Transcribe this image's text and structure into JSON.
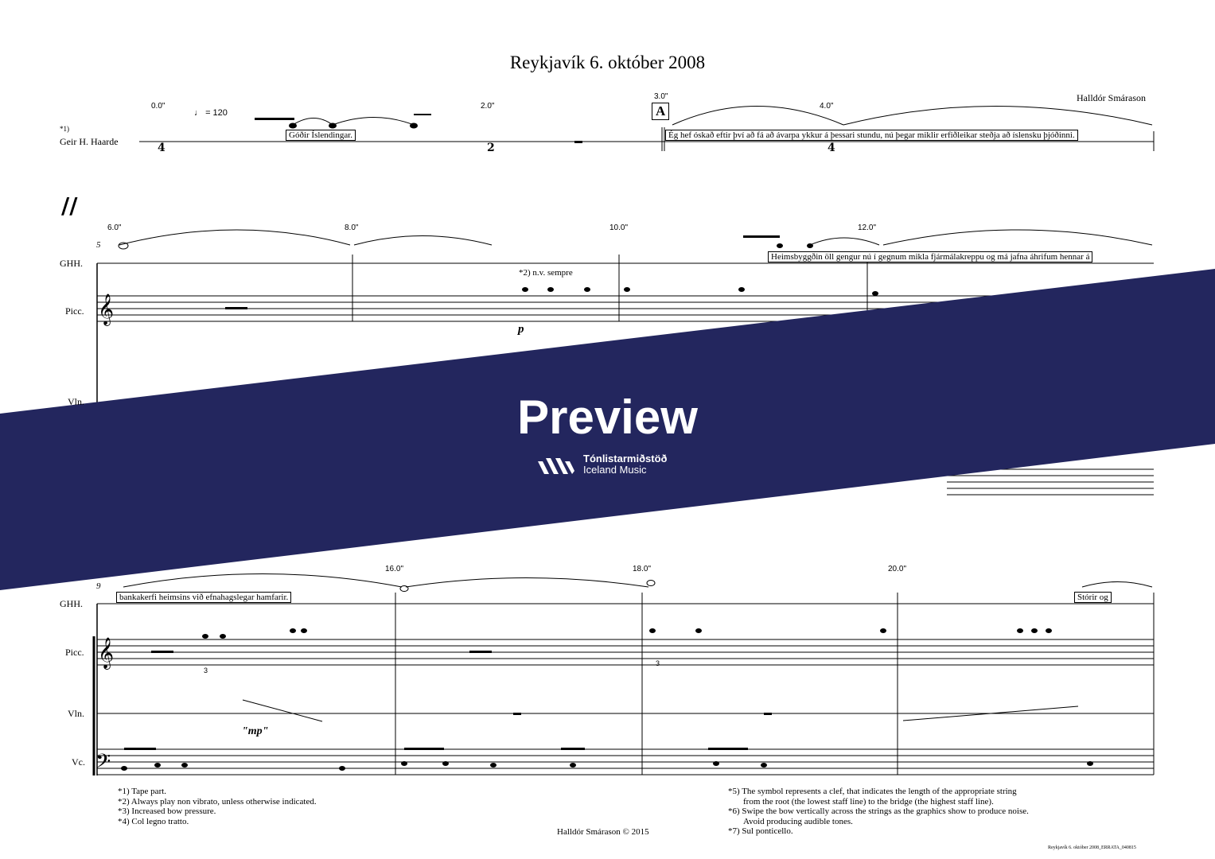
{
  "title": "Reykjavík 6. október 2008",
  "composer": "Halldór Smárason",
  "tempo": "= 120",
  "rehearsal_mark": "A",
  "system1": {
    "footnote_marker": "*1)",
    "instrument": "Geir H. Haarde",
    "times": [
      "0.0\"",
      "2.0\"",
      "3.0\"",
      "4.0\""
    ],
    "lyrics": [
      "Góðir Íslendingar.",
      "Ég hef óskað eftir því að fá að ávarpa ykkur á þessari stundu, nú þegar miklir erfiðleikar steðja að íslensku þjóðinni."
    ]
  },
  "system2": {
    "measure_number": "5",
    "instruments": [
      "GHH.",
      "Picc.",
      "Vln."
    ],
    "times": [
      "6.0\"",
      "8.0\"",
      "10.0\"",
      "12.0\""
    ],
    "lyrics": [
      "Heimsbyggðin öll gengur nú í gegnum mikla fjármálakreppu og má jafna áhrifum hennar á"
    ],
    "annotation": "*2) n.v. sempre",
    "dynamic": "p"
  },
  "system3": {
    "measure_number": "9",
    "instruments": [
      "GHH.",
      "Picc.",
      "Vln.",
      "Vc."
    ],
    "times": [
      "16.0\"",
      "18.0\"",
      "20.0\""
    ],
    "lyrics": [
      "bankakerfi heimsins við efnahagslegar hamfarir.",
      "Stórir og"
    ],
    "dynamic": "\"mp\"",
    "tuplet": "3"
  },
  "footnotes_left": [
    "*1) Tape part.",
    "*2) Always play non vibrato, unless otherwise indicated.",
    "*3) Increased bow pressure.",
    "*4) Col legno tratto."
  ],
  "footnotes_right": [
    "*5) The symbol represents a clef, that indicates the length of the appropriate string",
    "from the root (the lowest staff line) to the bridge (the highest staff line).",
    "*6) Swipe the bow vertically across the strings as the graphics show to produce noise.",
    "Avoid producing audible tones.",
    "*7) Sul ponticello."
  ],
  "copyright": "Halldór Smárason © 2015",
  "file_id": "Reykjavík 6. október 2008_ERRATA_040815",
  "banner": {
    "text": "Preview",
    "logo_line1": "Tónlistarmiðstöð",
    "logo_line2": "Iceland Music",
    "color": "#23265e"
  }
}
